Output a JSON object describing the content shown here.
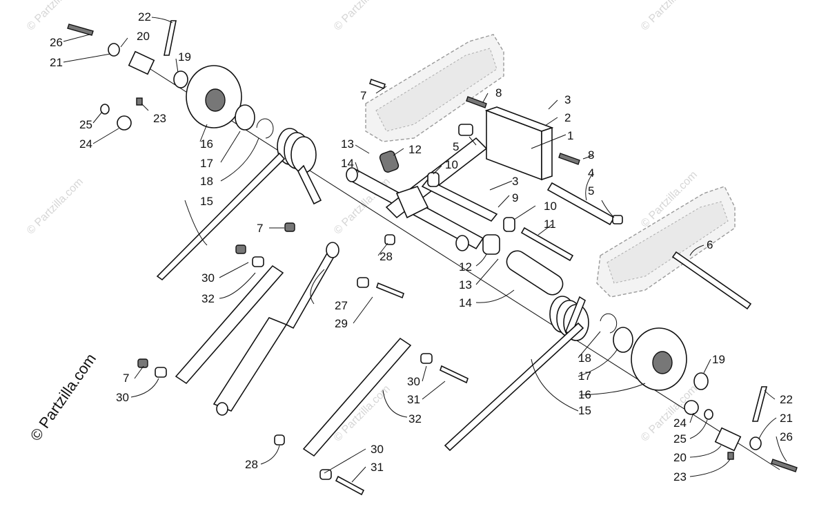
{
  "watermark": {
    "text": "© Partzilla.com",
    "side_text": "© Partzilla.com"
  },
  "callouts": {
    "c26a": "26",
    "c22a": "22",
    "c20a": "20",
    "c21a": "21",
    "c19a": "19",
    "c25a": "25",
    "c23a": "23",
    "c24a": "24",
    "c16a": "16",
    "c17a": "17",
    "c18a": "18",
    "c15a": "15",
    "c7a": "7",
    "c8a": "8",
    "c3a": "3",
    "c2": "2",
    "c1": "1",
    "c8b": "8",
    "c4": "4",
    "c5a": "5",
    "c5b": "5",
    "c13a": "13",
    "c12a": "12",
    "c14a": "14",
    "c10a": "10",
    "c3b": "3",
    "c9": "9",
    "c10b": "10",
    "c11": "11",
    "c6": "6",
    "c7b": "7",
    "c28a": "28",
    "c30a": "30",
    "c32a": "32",
    "c27": "27",
    "c29": "29",
    "c12b": "12",
    "c13b": "13",
    "c14b": "14",
    "c7c": "7",
    "c30b": "30",
    "c30c": "30",
    "c31a": "31",
    "c32b": "32",
    "c15b": "15",
    "c18b": "18",
    "c17b": "17",
    "c16b": "16",
    "c19b": "19",
    "c22b": "22",
    "c24b": "24",
    "c21b": "21",
    "c25b": "25",
    "c26b": "26",
    "c20b": "20",
    "c23b": "23",
    "c28b": "28",
    "c30d": "30",
    "c31b": "31"
  }
}
